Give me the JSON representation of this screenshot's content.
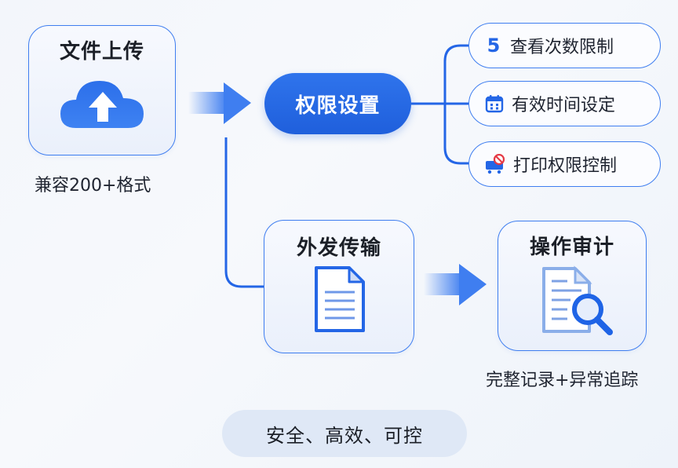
{
  "upload": {
    "title": "文件上传",
    "icon": "cloud-upload-icon",
    "caption": "兼容200+格式"
  },
  "permission": {
    "title": "权限设置",
    "options": [
      {
        "icon": "number-five-icon",
        "icon_text": "5",
        "label": "查看次数限制"
      },
      {
        "icon": "calendar-icon",
        "label": "有效时间设定"
      },
      {
        "icon": "printer-forbidden-icon",
        "label": "打印权限控制"
      }
    ]
  },
  "transfer": {
    "title": "外发传输",
    "icon": "document-icon"
  },
  "audit": {
    "title": "操作审计",
    "icon": "document-search-icon",
    "caption": "完整记录+异常追踪"
  },
  "footer": {
    "tagline": "安全、高效、可控"
  },
  "colors": {
    "accent": "#2466e6",
    "border": "#3f7ef0",
    "footer_bg": "#dfe8f6"
  }
}
